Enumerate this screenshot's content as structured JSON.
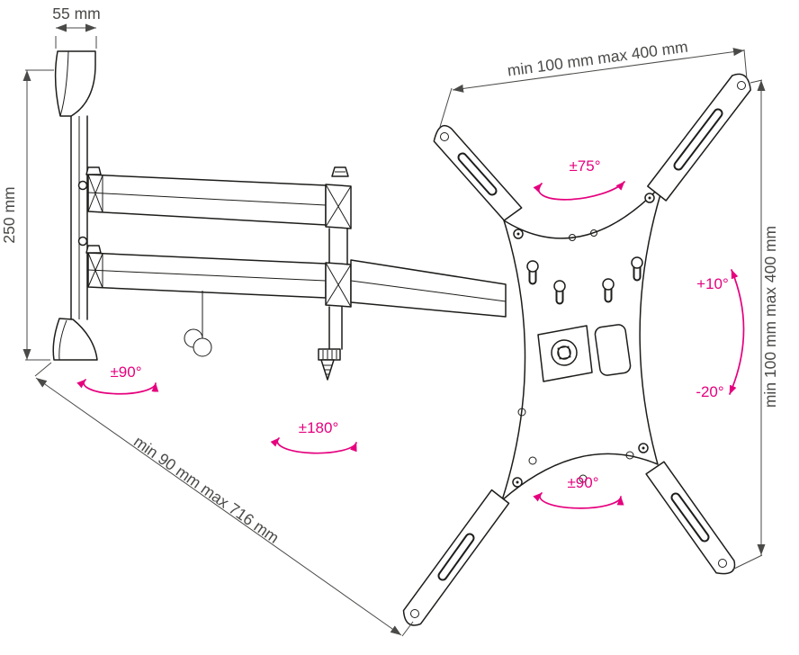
{
  "colors": {
    "line": "#1d1d1b",
    "dimension_text": "#4a4a48",
    "accent_pink": "#e6007e",
    "background": "#ffffff"
  },
  "dimensions": {
    "bracket_depth": "55 mm",
    "wall_plate_height": "250 mm",
    "vesa_width": "min 100 mm max 400 mm",
    "vesa_height": "min 100 mm max 400 mm",
    "extension_range": "min 90 mm max 716 mm"
  },
  "angles": {
    "wall_swivel": "±90°",
    "elbow_swivel": "±180°",
    "screen_rotation": "±75°",
    "head_swivel": "±90°",
    "tilt_up": "+10°",
    "tilt_down": "-20°"
  }
}
